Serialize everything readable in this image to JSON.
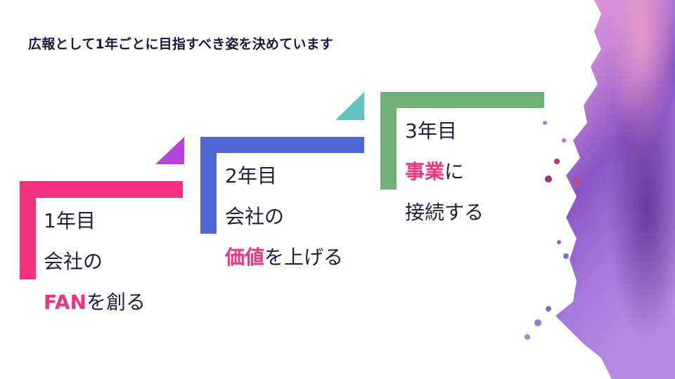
{
  "title": "広報として1年ごとに目指すべき姿を決めています",
  "colors": {
    "step1": "#f2317f",
    "step2": "#5066d4",
    "step3": "#71b077",
    "triangle1": "#b443e0",
    "triangle2": "#63c3c1",
    "highlight": "#f2317f",
    "text": "#1f1f3d"
  },
  "steps": [
    {
      "year": "1年目",
      "line2": "会社の",
      "line3_highlight": "FAN",
      "line3_rest": "を創る"
    },
    {
      "year": "2年目",
      "line2": "会社の",
      "line3_highlight": "価値",
      "line3_rest": "を上げる"
    },
    {
      "year": "3年目",
      "line2_highlight": "事業",
      "line2_rest": "に",
      "line3": "接続する"
    }
  ]
}
